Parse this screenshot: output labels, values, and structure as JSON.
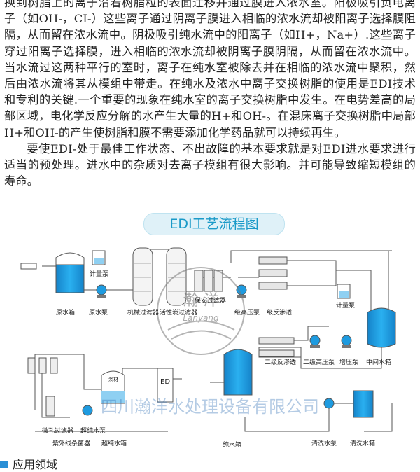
{
  "article": {
    "paragraph1": "换到树脂上的离子沿着树脂粒的表面迁移并通过膜进入浓水室。阳极吸引负电离子（如OH-，CI-）这些离子通过阴离子膜进入相临的浓水流却被阳离子选择膜阻隔，从而留在浓水流中。阴极吸引纯水流中的阳离子（如H+，Na+）.这些离子穿过阳离子选择膜，进入相临的浓水流却被阴离子膜阴隔，从而留在浓水流中。当水流过这两种平行的室时，离子在纯水室被除去并在相临的浓水流中聚积，然后由浓水流将其从模组中带走。在纯水及浓水中离子交换树脂的使用是EDI技术和专利的关键.一个重要的现象在纯水室的离子交换树脂中发生。在电势差高的局部区域，电化学反应分解的水产生大量的H+和OH-。在混床离子交换树脂中局部H+和OH-的产生使树脂和膜不需要添加化学药品就可以持续再生。",
    "paragraph2": "要使EDI-处于最佳工作状态、不出故障的基本要求就是对EDI进水要求进行适当的预处理。进水中的杂质对去离子模组有很大影响。并可能导致缩短模组的寿命。"
  },
  "figure": {
    "title": "EDI工艺流程图",
    "watermark_cn": "瀚 洋",
    "watermark_en": "Lanyang",
    "company_banner": "四川瀚洋水处理设备有限公司",
    "labels": {
      "raw_tank": "原水箱",
      "raw_pump": "原水泵",
      "dosing_pump_1": "计量泵",
      "mech_filter": "机械过滤器",
      "carbon_filter": "活性炭过滤器",
      "security_filter": "保安过滤器",
      "hp_pump_1": "一级高压泵",
      "ro_1": "一级反渗透",
      "dosing_pump_2": "计量泵",
      "intermediate_tank": "中间水箱",
      "booster_pump": "增压泵",
      "hp_pump_2": "二级高压泵",
      "ro_2": "二级反渗透",
      "edi": "EDI",
      "pure_tank": "纯水箱",
      "resin": "浆材",
      "micro_filter": "微孔过滤器",
      "uv_sterilizer": "紫外线杀菌器",
      "ultra_pump": "超纯水泵",
      "ultra_tank": "超纯水箱",
      "clean_pump": "清洗水泵",
      "clean_tank": "清洗水箱"
    }
  },
  "next_section": {
    "title": "应用领域"
  },
  "colors": {
    "tank_blue": "#1e9be0",
    "pipe": "#555555",
    "accent": "#1a9ac8"
  }
}
